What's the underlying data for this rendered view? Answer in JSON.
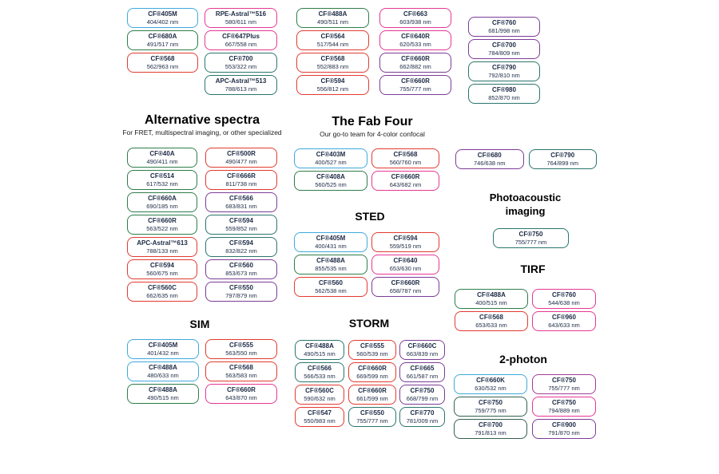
{
  "palette": {
    "blue": "#3FA9DC",
    "green": "#2E7D4A",
    "teal": "#2A756D",
    "red": "#E23A30",
    "pink": "#E63793",
    "purple": "#7B3C96",
    "forest": "#35604F",
    "magenta_purple": "#A03C99",
    "text": "#1b2944"
  },
  "top": {
    "col1": [
      {
        "name": "CF®405M",
        "value": "404/402 nm",
        "color": "#3FA9DC"
      },
      {
        "name": "CF®680A",
        "value": "491/517 nm",
        "color": "#2E7D4A"
      },
      {
        "name": "CF®568",
        "value": "562/963 nm",
        "color": "#E23A30"
      }
    ],
    "col2": [
      {
        "name": "RPE-Astral™516",
        "value": "580/611 nm",
        "color": "#E63793"
      },
      {
        "name": "CF®647Plus",
        "value": "667/558 nm",
        "color": "#E63793"
      },
      {
        "name": "CF®700",
        "value": "553/322 nm",
        "color": "#2A756D"
      },
      {
        "name": "APC-Astral™513",
        "value": "788/613 nm",
        "color": "#2A756D"
      }
    ],
    "col3": [
      {
        "name": "CF®488A",
        "value": "490/511 nm",
        "color": "#2E7D4A"
      },
      {
        "name": "CF®564",
        "value": "517/544 nm",
        "color": "#E23A30"
      },
      {
        "name": "CF®568",
        "value": "552/883 nm",
        "color": "#E23A30"
      },
      {
        "name": "CF®594",
        "value": "556/812 nm",
        "color": "#E23A30"
      }
    ],
    "col4": [
      {
        "name": "CF®663",
        "value": "603/938 nm",
        "color": "#E63793"
      },
      {
        "name": "CF®640R",
        "value": "620/533 nm",
        "color": "#E63793"
      },
      {
        "name": "CF®660R",
        "value": "662/882 nm",
        "color": "#7B3C96"
      },
      {
        "name": "CF®660R",
        "value": "755/777 nm",
        "color": "#7B3C96"
      }
    ],
    "col5": [
      {
        "name": "CF®760",
        "value": "681/998 nm",
        "color": "#7B3C96"
      },
      {
        "name": "CF®700",
        "value": "784/809 nm",
        "color": "#7B3C96"
      },
      {
        "name": "CF®790",
        "value": "792/810 nm",
        "color": "#2A756D"
      },
      {
        "name": "CF®980",
        "value": "852/870 nm",
        "color": "#2A756D"
      }
    ]
  },
  "sections": {
    "alternative": {
      "title": "Alternative spectra",
      "subtitle": "For FRET, multispectral imaging, or other specialized",
      "col1": [
        {
          "name": "CF®40A",
          "value": "490/411 nm",
          "color": "#2E7D4A"
        },
        {
          "name": "CF®514",
          "value": "617/532 nm",
          "color": "#2E7D4A"
        },
        {
          "name": "CF®660A",
          "value": "690/185 nm",
          "color": "#2E7D4A"
        },
        {
          "name": "CF®660R",
          "value": "563/522 nm",
          "color": "#2E7D4A"
        },
        {
          "name": "APC-Astral™613",
          "value": "788/133 nm",
          "color": "#E23A30"
        },
        {
          "name": "CF®594",
          "value": "560/675 nm",
          "color": "#E23A30"
        },
        {
          "name": "CF®560C",
          "value": "662/635 nm",
          "color": "#E23A30"
        }
      ],
      "col2": [
        {
          "name": "CF®500R",
          "value": "490/477 nm",
          "color": "#E23A30"
        },
        {
          "name": "CF®666R",
          "value": "811/738 nm",
          "color": "#E23A30"
        },
        {
          "name": "CF®566",
          "value": "683/831 nm",
          "color": "#7B3C96"
        },
        {
          "name": "CF®594",
          "value": "559/852 nm",
          "color": "#2A756D"
        },
        {
          "name": "CF®594",
          "value": "832/822 nm",
          "color": "#2A756D"
        },
        {
          "name": "CF®560",
          "value": "853/673 nm",
          "color": "#7B3C96"
        },
        {
          "name": "CF®550",
          "value": "797/879 nm",
          "color": "#7B3C96"
        }
      ]
    },
    "fab_four": {
      "title": "The Fab Four",
      "subtitle": "Our go-to team for 4-color confocal",
      "col1": [
        {
          "name": "CF®403M",
          "value": "400/527 nm",
          "color": "#3FA9DC"
        },
        {
          "name": "CF®408A",
          "value": "560/525 nm",
          "color": "#2E7D4A"
        }
      ],
      "col2": [
        {
          "name": "CF®568",
          "value": "560/760 nm",
          "color": "#E23A30"
        },
        {
          "name": "CF®660R",
          "value": "643/682 nm",
          "color": "#E63793"
        }
      ]
    },
    "sted": {
      "title": "STED",
      "col1": [
        {
          "name": "CF®405M",
          "value": "400/431 nm",
          "color": "#3FA9DC"
        },
        {
          "name": "CF®488A",
          "value": "855/535 nm",
          "color": "#2E7D4A"
        },
        {
          "name": "CF®560",
          "value": "562/538 nm",
          "color": "#E23A30"
        }
      ],
      "col2": [
        {
          "name": "CF®594",
          "value": "559/519 nm",
          "color": "#E23A30"
        },
        {
          "name": "CF®640",
          "value": "653/630 nm",
          "color": "#E63793"
        },
        {
          "name": "CF®660R",
          "value": "658/787 nm",
          "color": "#7B3C96"
        }
      ]
    },
    "nir_pair": [
      {
        "name": "CF®680",
        "value": "746/638 nm",
        "color": "#7B3C96"
      },
      {
        "name": "CF®790",
        "value": "764/899 nm",
        "color": "#2A756D"
      }
    ],
    "photoacoustic": {
      "title_line1": "Photoacoustic",
      "title_line2": "imaging",
      "items": [
        {
          "name": "CF®750",
          "value": "755/777 nm",
          "color": "#2A756D"
        }
      ]
    },
    "tirf": {
      "title": "TIRF",
      "col1": [
        {
          "name": "CF®488A",
          "value": "400/515 nm",
          "color": "#2E7D4A"
        },
        {
          "name": "CF®568",
          "value": "653/633 nm",
          "color": "#E23A30"
        }
      ],
      "col2": [
        {
          "name": "CF®760",
          "value": "544/638 nm",
          "color": "#E63793"
        },
        {
          "name": "CF®960",
          "value": "643/633 nm",
          "color": "#E63793"
        }
      ]
    },
    "sim": {
      "title": "SIM",
      "col1": [
        {
          "name": "CF®405M",
          "value": "401/432 nm",
          "color": "#3FA9DC"
        },
        {
          "name": "CF®488A",
          "value": "480/633 nm",
          "color": "#3FA9DC"
        },
        {
          "name": "CF®488A",
          "value": "490/515 nm",
          "color": "#2E7D4A"
        }
      ],
      "col2": [
        {
          "name": "CF®555",
          "value": "563/550 nm",
          "color": "#E23A30"
        },
        {
          "name": "CF®568",
          "value": "563/583 nm",
          "color": "#E23A30"
        },
        {
          "name": "CF®660R",
          "value": "643/870 nm",
          "color": "#E63793"
        }
      ]
    },
    "storm": {
      "title": "STORM",
      "col1": [
        {
          "name": "CF®488A",
          "value": "490/515 nm",
          "color": "#2A756D"
        },
        {
          "name": "CF®566",
          "value": "566/533 nm",
          "color": "#2A756D"
        },
        {
          "name": "CF®560C",
          "value": "590/632 nm",
          "color": "#E23A30"
        },
        {
          "name": "CF®547",
          "value": "550/983 nm",
          "color": "#E23A30"
        }
      ],
      "col2": [
        {
          "name": "CF®555",
          "value": "560/539 nm",
          "color": "#E23A30"
        },
        {
          "name": "CF®660R",
          "value": "669/599 nm",
          "color": "#E23A30"
        },
        {
          "name": "CF®660R",
          "value": "661/599 nm",
          "color": "#E23A30"
        },
        {
          "name": "CF®550",
          "value": "755/777 nm",
          "color": "#2A756D"
        }
      ],
      "col3": [
        {
          "name": "CF®660C",
          "value": "663/839 nm",
          "color": "#7B3C96"
        },
        {
          "name": "CF®665",
          "value": "661/587 nm",
          "color": "#7B3C96"
        },
        {
          "name": "CF®750",
          "value": "668/799 nm",
          "color": "#7B3C96"
        },
        {
          "name": "CF®770",
          "value": "781/009 nm",
          "color": "#2A756D"
        }
      ]
    },
    "two_photon": {
      "title": "2-photon",
      "col1": [
        {
          "name": "CF®660K",
          "value": "630/532 nm",
          "color": "#3FA9DC"
        },
        {
          "name": "CF®750",
          "value": "759/775 nm",
          "color": "#35604F"
        },
        {
          "name": "CF®700",
          "value": "791/813 nm",
          "color": "#35604F"
        }
      ],
      "col2": [
        {
          "name": "CF®750",
          "value": "755/777 nm",
          "color": "#A03C99"
        },
        {
          "name": "CF®750",
          "value": "794/889 nm",
          "color": "#E63793"
        },
        {
          "name": "CF®900",
          "value": "791/870 nm",
          "color": "#7B3C96"
        }
      ]
    }
  }
}
